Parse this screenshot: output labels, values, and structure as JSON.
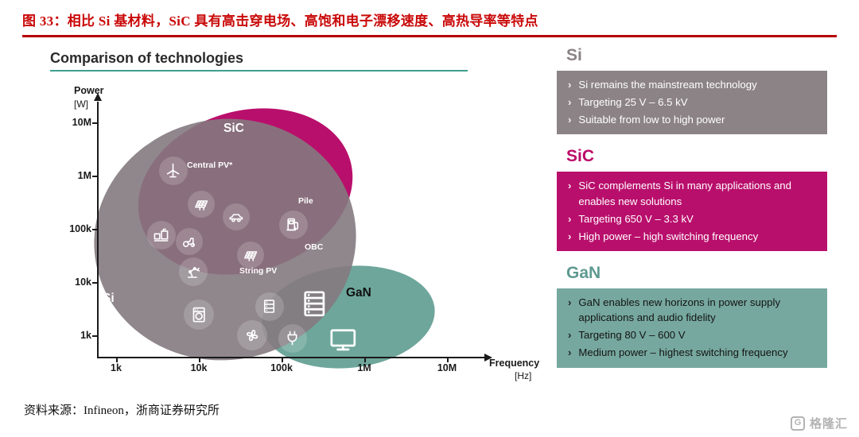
{
  "ui": {
    "bullet": "›"
  },
  "header": {
    "figure_title": "图 33：相比 Si 基材料，SiC 具有高击穿电场、高饱和电子漂移速度、高热导率等特点",
    "accent_color": "#b40000"
  },
  "chart": {
    "title": "Comparison of technologies",
    "underline_color": "#3f9f8e",
    "y_axis": {
      "label": "Power",
      "unit": "[W]",
      "ticks": [
        "10M",
        "1M",
        "100k",
        "10k",
        "1k"
      ]
    },
    "x_axis": {
      "label": "Frequency",
      "unit": "[Hz]",
      "ticks": [
        "1k",
        "10k",
        "100k",
        "1M",
        "10M"
      ]
    },
    "regions": {
      "si": {
        "label": "Si",
        "color": "#877d83"
      },
      "sic": {
        "label": "SiC",
        "color": "#b90f6c"
      },
      "gan": {
        "label": "GaN",
        "color": "#6ea69b"
      }
    },
    "annotations": {
      "central_pv": "Central PV*",
      "pile": "Pile",
      "obc": "OBC",
      "string_pv": "String PV"
    },
    "icons": [
      "power-transmission-towers",
      "high-speed-train",
      "wind-turbine",
      "central-pv-solar-panel",
      "electric-car",
      "industrial-equipment",
      "tractor",
      "robot-arm",
      "string-pv-solar-panel",
      "ev-charging-pile",
      "washing-machine",
      "server-rack",
      "server-rack-large",
      "cooling-fan",
      "power-plug",
      "monitor"
    ]
  },
  "chart_data": {
    "type": "area",
    "subtype": "technology-positioning-map",
    "title": "Comparison of technologies",
    "xlabel": "Frequency [Hz]",
    "ylabel": "Power [W]",
    "x_scale": "log",
    "y_scale": "log",
    "x_ticks": [
      "1k",
      "10k",
      "100k",
      "1M",
      "10M"
    ],
    "y_ticks": [
      "1k",
      "10k",
      "100k",
      "1M",
      "10M"
    ],
    "grid": false,
    "legend_position": "right",
    "regions": [
      {
        "name": "Si",
        "color": "#877d83",
        "frequency_range_hz": [
          "1k",
          "1M"
        ],
        "power_range_w": [
          "1k",
          "10M"
        ]
      },
      {
        "name": "SiC",
        "color": "#b90f6c",
        "frequency_range_hz": [
          "3k",
          "1M"
        ],
        "power_range_w": [
          "30k",
          "10M"
        ]
      },
      {
        "name": "GaN",
        "color": "#6ea69b",
        "frequency_range_hz": [
          "100k",
          "8M"
        ],
        "power_range_w": [
          "1k",
          "30k"
        ]
      }
    ],
    "application_annotations": [
      "Central PV*",
      "Pile",
      "OBC",
      "String PV"
    ]
  },
  "panels": [
    {
      "id": "si",
      "title": "Si",
      "heading_color": "#8a8286",
      "box_color": "#8c8387",
      "text_color": "#ffffff",
      "bullets": [
        "Si remains the mainstream technology",
        "Targeting 25 V – 6.5 kV",
        "Suitable from low to high power"
      ]
    },
    {
      "id": "sic",
      "title": "SiC",
      "heading_color": "#bb0a68",
      "box_color": "#b90f6c",
      "text_color": "#ffffff",
      "bullets": [
        "SiC complements Si in many applications and enables new solutions",
        "Targeting 650 V – 3.3 kV",
        "High power – high switching frequency"
      ]
    },
    {
      "id": "gan",
      "title": "GaN",
      "heading_color": "#5e9a91",
      "box_color": "#76a89f",
      "text_color": "#141414",
      "bullets": [
        "GaN enables new horizons in power supply applications and audio fidelity",
        "Targeting 80 V – 600 V",
        "Medium power – highest switching frequency"
      ]
    }
  ],
  "footer": {
    "source": "资料来源：Infineon，浙商证券研究所"
  },
  "watermark": {
    "logo_letter": "G",
    "text": "格隆汇"
  }
}
